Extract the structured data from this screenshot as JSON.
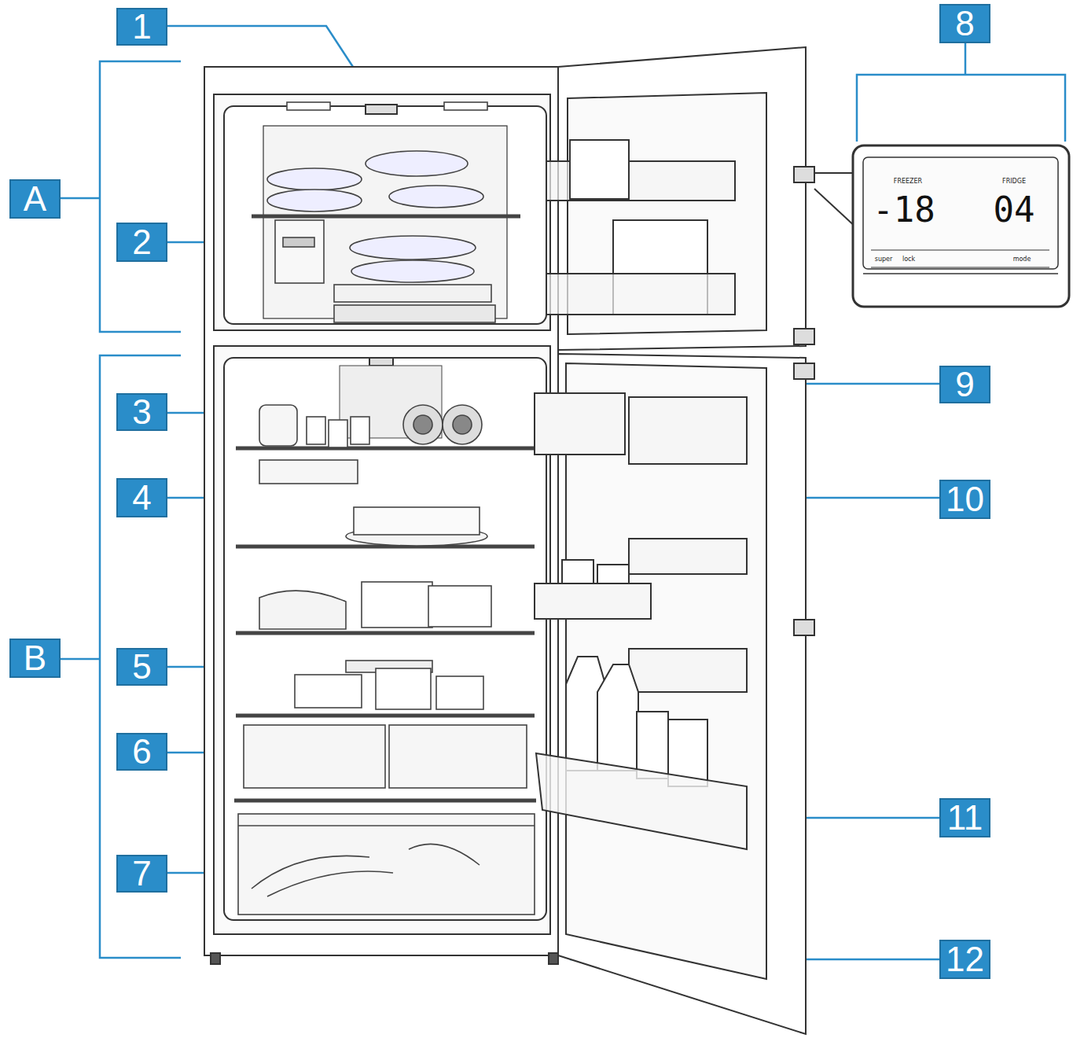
{
  "diagram": {
    "labels": [
      "1",
      "8",
      "A",
      "2",
      "3",
      "9",
      "4",
      "10",
      "B",
      "5",
      "6",
      "11",
      "7",
      "12",
      "FREEZER",
      "-18",
      "FRIDGE",
      "04",
      "super",
      "lock",
      "mode"
    ]
  }
}
